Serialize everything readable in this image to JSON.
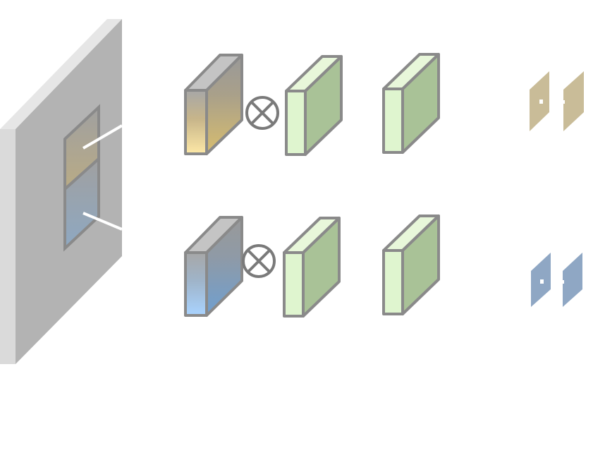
{
  "diagram": {
    "colors": {
      "background": "#ffffff",
      "slab_front": "#b3b3b3",
      "slab_top": "#e6e6e6",
      "slab_left": "#dadada",
      "block_outline": "#8a8a8a",
      "block_gray": "#999999",
      "block_gray_light": "#c4c4c4",
      "tint_gold": "#e3c77f",
      "tint_gold_light": "#fde8a6",
      "tint_blue": "#7aa7d6",
      "tint_blue_light": "#a9d3ff",
      "green_front": "#dff5cf",
      "green_side": "#a9c297",
      "green_top": "#e8f7da",
      "tile_gold": "#c9bc98",
      "tile_blue": "#8fa7c4",
      "connector": "#ffffff",
      "operator_stroke": "#7a7a7a"
    },
    "rows": [
      {
        "id": "top",
        "tint": "gold",
        "operator": "multiply-circle-icon"
      },
      {
        "id": "bottom",
        "tint": "blue",
        "operator": "multiply-circle-icon"
      }
    ]
  }
}
